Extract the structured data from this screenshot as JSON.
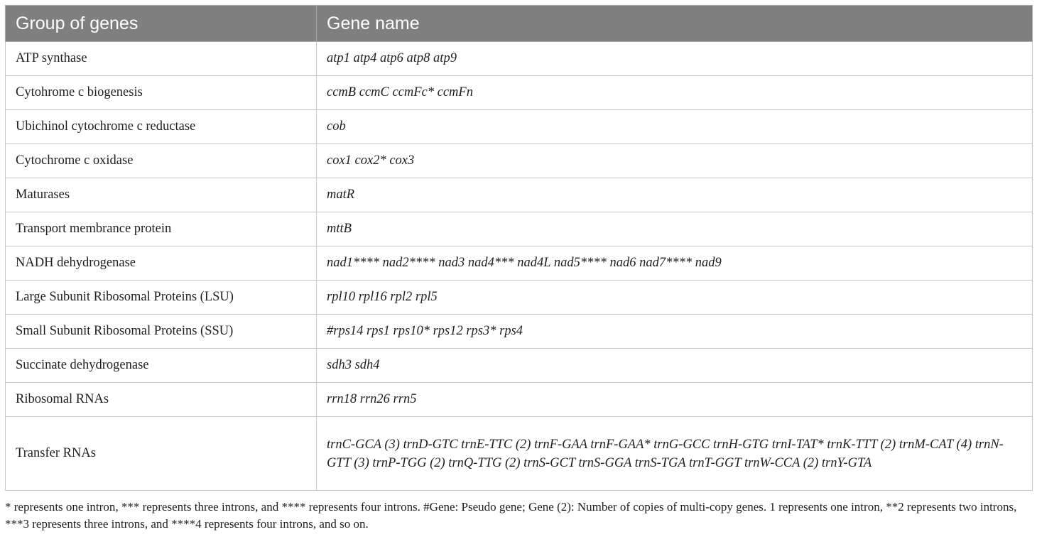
{
  "table": {
    "headers": [
      "Group of genes",
      "Gene name"
    ],
    "rows": [
      {
        "group": "ATP synthase",
        "genes": "atp1 atp4 atp6 atp8 atp9"
      },
      {
        "group": "Cytohrome c biogenesis",
        "genes": "ccmB ccmC ccmFc* ccmFn"
      },
      {
        "group": "Ubichinol cytochrome c reductase",
        "genes": "cob"
      },
      {
        "group": "Cytochrome c oxidase",
        "genes": "cox1 cox2* cox3"
      },
      {
        "group": "Maturases",
        "genes": "matR"
      },
      {
        "group": "Transport membrance protein",
        "genes": "mttB"
      },
      {
        "group": "NADH dehydrogenase",
        "genes": "nad1**** nad2**** nad3 nad4*** nad4L nad5**** nad6 nad7**** nad9"
      },
      {
        "group": "Large Subunit Ribosomal Proteins (LSU)",
        "genes": "rpl10 rpl16 rpl2 rpl5"
      },
      {
        "group": "Small Subunit Ribosomal Proteins (SSU)",
        "genes": "#rps14 rps1 rps10* rps12 rps3* rps4"
      },
      {
        "group": "Succinate dehydrogenase",
        "genes": "sdh3 sdh4"
      },
      {
        "group": "Ribosomal RNAs",
        "genes": "rrn18 rrn26 rrn5"
      },
      {
        "group": "Transfer RNAs",
        "genes": "trnC-GCA (3) trnD-GTC trnE-TTC (2) trnF-GAA trnF-GAA* trnG-GCC trnH-GTG trnI-TAT* trnK-TTT (2) trnM-CAT (4) trnN-GTT (3) trnP-TGG (2) trnQ-TTG (2) trnS-GCT trnS-GGA trnS-TGA trnT-GGT trnW-CCA (2) trnY-GTA"
      }
    ]
  },
  "footnote": "* represents one intron, *** represents three introns, and **** represents four introns. #Gene: Pseudo gene; Gene (2): Number of copies of multi-copy genes. 1 represents one intron, **2 represents two introns, ***3 represents three introns, and ****4 represents four introns, and so on."
}
